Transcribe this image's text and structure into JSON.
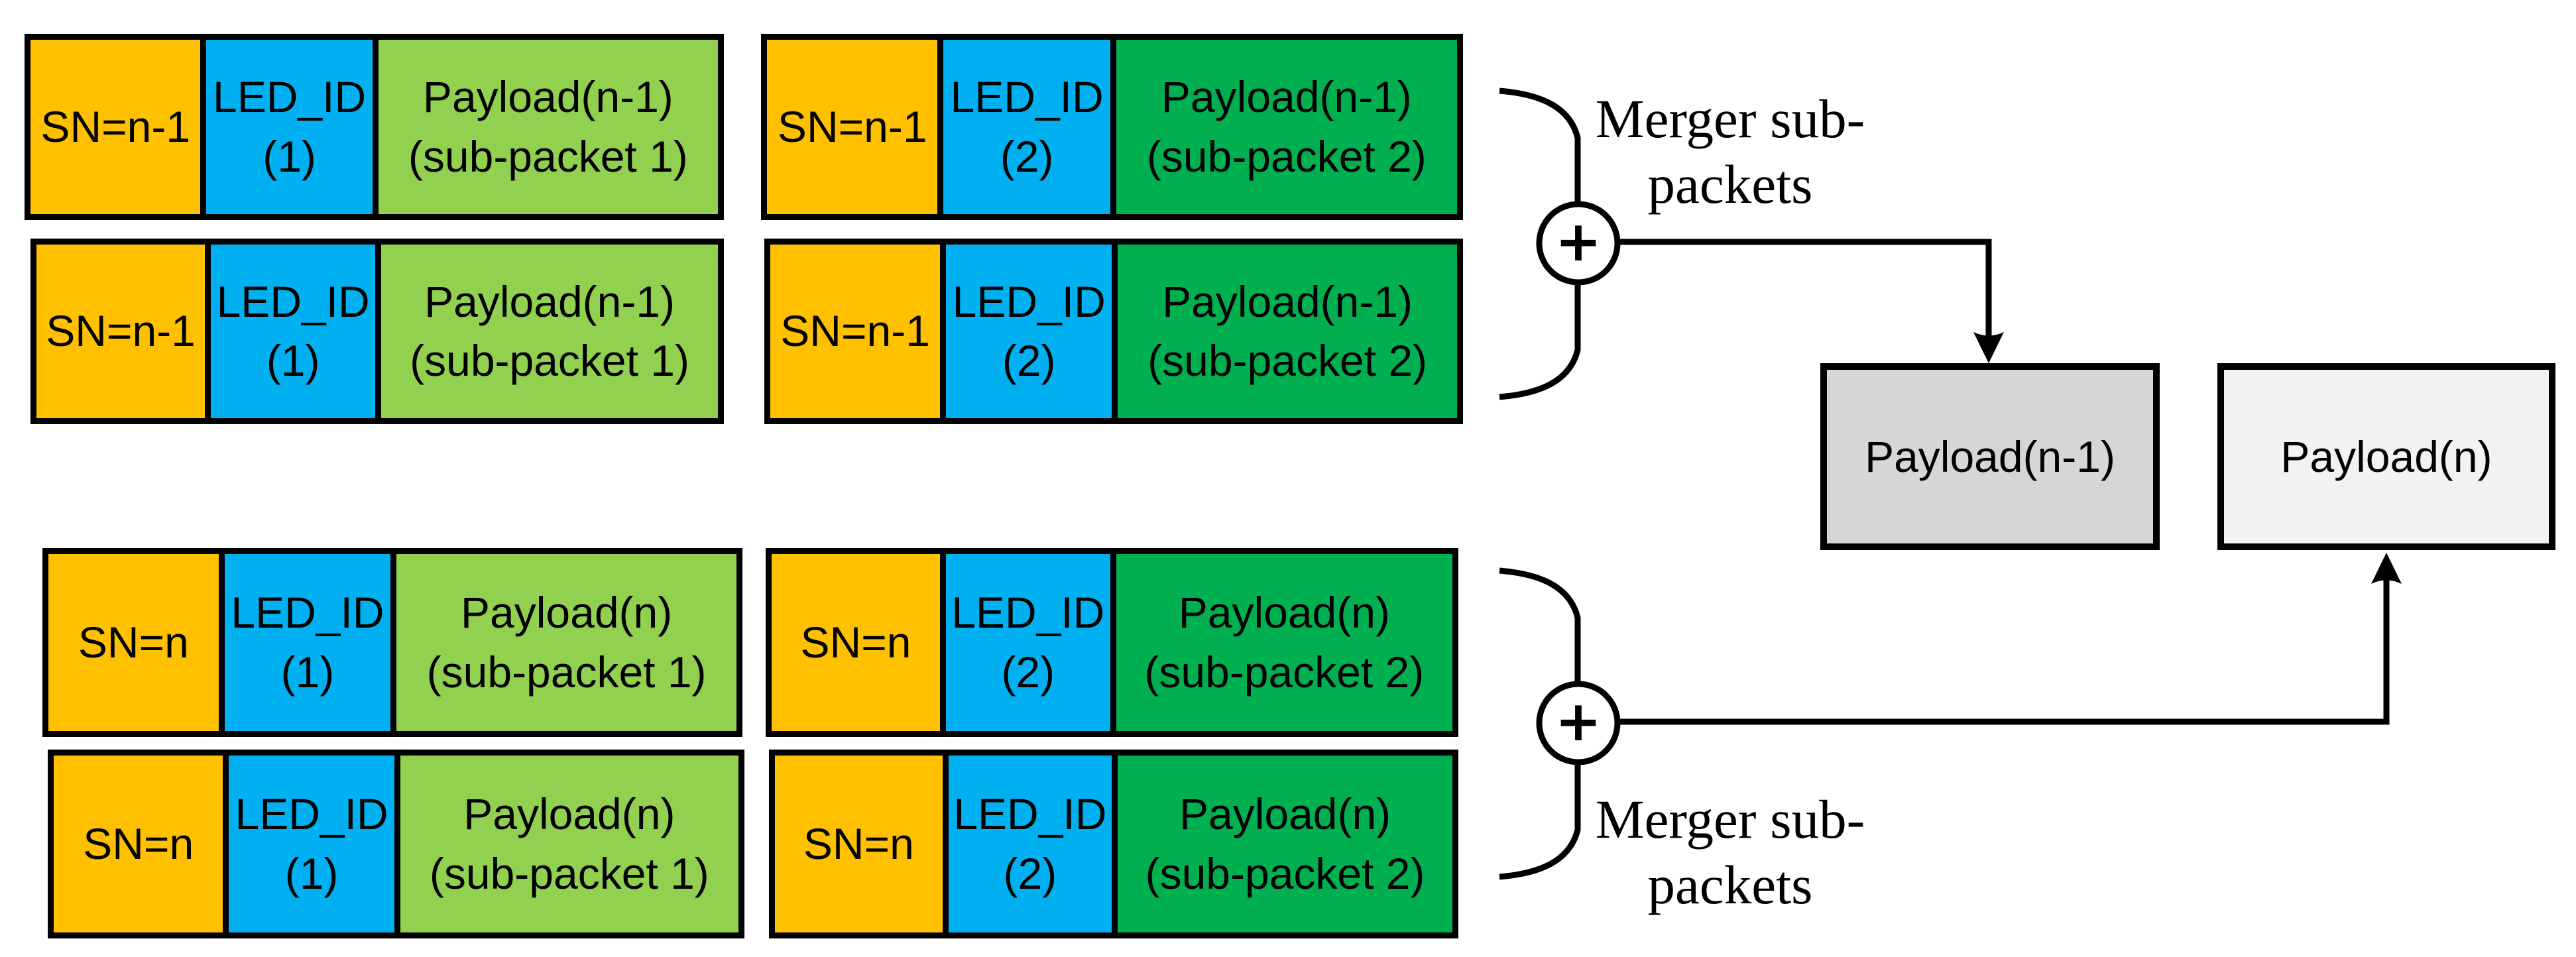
{
  "colors": {
    "sn_field": "#FFC000",
    "led_id_field": "#00B0F0",
    "payload_sub_packet_1": "#92D050",
    "payload_sub_packet_2": "#00B050",
    "merged_payload_prev_box": "#D6D6D6",
    "merged_payload_curr_box": "#F2F2F2",
    "outline": "#000000",
    "background": "#FFFFFF"
  },
  "packets": [
    {
      "sn": "SN=n-1",
      "led": [
        "LED_ID",
        "(1)"
      ],
      "payload": [
        "Payload(n-1)",
        "(sub-packet 1)"
      ]
    },
    {
      "sn": "SN=n-1",
      "led": [
        "LED_ID",
        "(2)"
      ],
      "payload": [
        "Payload(n-1)",
        "(sub-packet 2)"
      ]
    },
    {
      "sn": "SN=n-1",
      "led": [
        "LED_ID",
        "(1)"
      ],
      "payload": [
        "Payload(n-1)",
        "(sub-packet 1)"
      ]
    },
    {
      "sn": "SN=n-1",
      "led": [
        "LED_ID",
        "(2)"
      ],
      "payload": [
        "Payload(n-1)",
        "(sub-packet 2)"
      ]
    },
    {
      "sn": "SN=n",
      "led": [
        "LED_ID",
        "(1)"
      ],
      "payload": [
        "Payload(n)",
        "(sub-packet 1)"
      ]
    },
    {
      "sn": "SN=n",
      "led": [
        "LED_ID",
        "(2)"
      ],
      "payload": [
        "Payload(n)",
        "(sub-packet 2)"
      ]
    },
    {
      "sn": "SN=n",
      "led": [
        "LED_ID",
        "(1)"
      ],
      "payload": [
        "Payload(n)",
        "(sub-packet 1)"
      ]
    },
    {
      "sn": "SN=n",
      "led": [
        "LED_ID",
        "(2)"
      ],
      "payload": [
        "Payload(n)",
        "(sub-packet 2)"
      ]
    }
  ],
  "mergers": [
    {
      "symbol": "+",
      "label": [
        "Merger sub-",
        "packets"
      ]
    },
    {
      "symbol": "+",
      "label": [
        "Merger sub-",
        "packets"
      ]
    }
  ],
  "outputs": [
    {
      "label": "Payload(n-1)"
    },
    {
      "label": "Payload(n)"
    }
  ]
}
